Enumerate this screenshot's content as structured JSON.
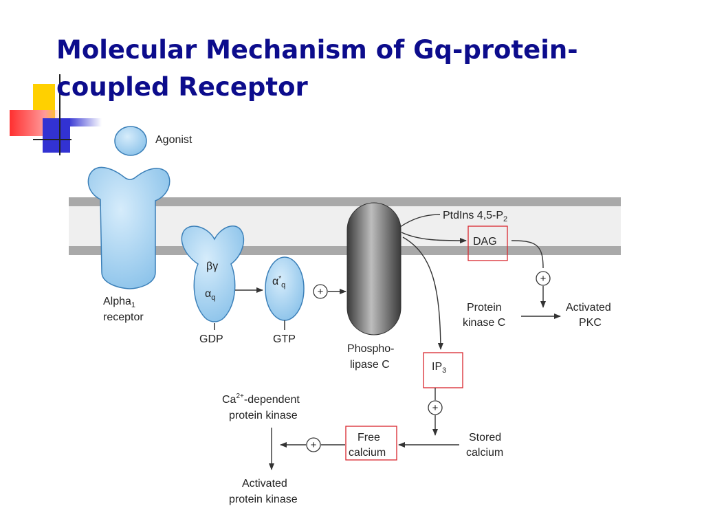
{
  "slide": {
    "title_line1": "Molecular Mechanism of Gq-protein-",
    "title_line2": "coupled Receptor"
  },
  "diagram": {
    "agonist": "Agonist",
    "receptor_line1": "Alpha",
    "receptor_sub": "1",
    "receptor_line2": "receptor",
    "beta_gamma": "βγ",
    "alpha_q": "α",
    "alpha_q_sub": "q",
    "alpha_star": "α",
    "alpha_star_sup": "*",
    "alpha_star_sub": "q",
    "gdp": "GDP",
    "gtp": "GTP",
    "plus": "+",
    "plc_line1": "Phospho-",
    "plc_line2": "lipase C",
    "ptdins": "PtdIns 4,5-P",
    "ptdins_sub": "2",
    "dag": "DAG",
    "pkc_line1": "Protein",
    "pkc_line2": "kinase C",
    "activated_pkc_line1": "Activated",
    "activated_pkc_line2": "PKC",
    "ip3": "IP",
    "ip3_sub": "3",
    "stored_line1": "Stored",
    "stored_line2": "calcium",
    "free_line1": "Free",
    "free_line2": "calcium",
    "ca_kinase_line1_a": "Ca",
    "ca_kinase_sup": "2+",
    "ca_kinase_line1_b": "-dependent",
    "ca_kinase_line2": "protein kinase",
    "activated_pk_line1": "Activated",
    "activated_pk_line2": "protein kinase"
  },
  "colors": {
    "title": "#0c0c8c",
    "membrane": "#a9a9a9",
    "protein_fill": "#a8d2f0",
    "protein_stroke": "#3a7fb8",
    "highlight_box": "#d9272e",
    "deco_yellow": "#ffd000",
    "deco_red": "#ff3030",
    "deco_blue": "#3232d2"
  }
}
